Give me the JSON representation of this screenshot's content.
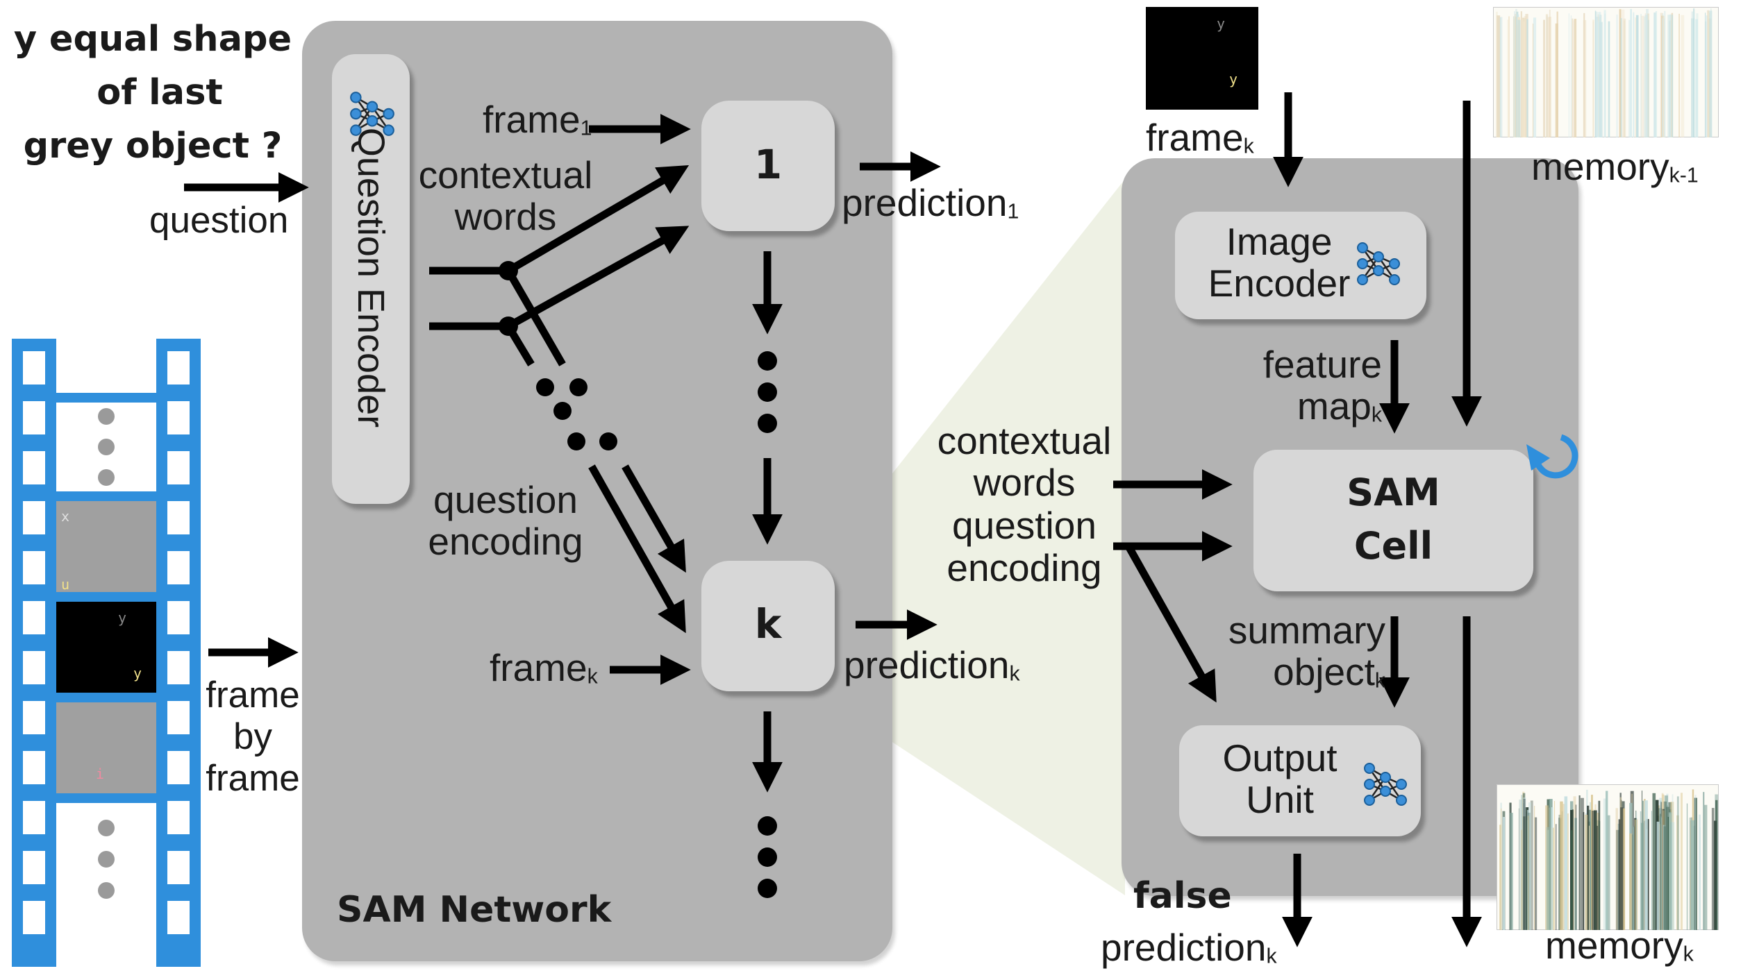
{
  "question_text": "y equal shape of last grey object ?",
  "question_lines": [
    "y equal shape",
    "of last",
    "grey object ?"
  ],
  "question_label": "question",
  "question_encoder": "Question Encoder",
  "frame_by_frame": [
    "frame",
    "by",
    "frame"
  ],
  "network_title": "SAM Network",
  "left_labels": {
    "frame1_base": "frame",
    "frame1_sub": "1",
    "contextual_words": [
      "contextual",
      "words"
    ],
    "question_encoding": [
      "question",
      "encoding"
    ],
    "framek_base": "frame",
    "framek_sub": "k"
  },
  "nodes": {
    "node1": "1",
    "nodek": "k"
  },
  "predictions": {
    "pred1_base": "prediction",
    "pred1_sub": "1",
    "predk_base": "prediction",
    "predk_sub": "k"
  },
  "right": {
    "framek_base": "frame",
    "framek_sub": "k",
    "memory_prev_base": "memory",
    "memory_prev_sub": "k-1",
    "image_encoder": [
      "Image",
      "Encoder"
    ],
    "feature_map": [
      "feature",
      "map"
    ],
    "feature_map_sub": "k",
    "contextual_block": [
      "contextual",
      "words",
      "question",
      "encoding"
    ],
    "sam_cell": [
      "SAM",
      "Cell"
    ],
    "summary_object": [
      "summary",
      "object"
    ],
    "summary_object_sub": "k",
    "output_unit": [
      "Output",
      "Unit"
    ],
    "false_label": "false",
    "prediction_base": "prediction",
    "prediction_sub": "k",
    "memory_base": "memory",
    "memory_sub": "k"
  },
  "filmstrip_letters": {
    "gray1_top": "x",
    "gray1_bottom": "u",
    "black_top": "y",
    "black_bottom": "y",
    "gray2": "i"
  },
  "thumb_letters": {
    "top": "y",
    "bottom": "y"
  },
  "colors": {
    "panel": "#b3b3b3",
    "node": "#d7d7d7",
    "film": "#2f8fdc",
    "zoom_fill": "#eef1e4",
    "nn_icon": "#3b8fd8",
    "cycle_icon": "#2f8fdc"
  },
  "icons": [
    "neural-network-icon",
    "cycle-arrow-icon",
    "film-strip-icon"
  ]
}
